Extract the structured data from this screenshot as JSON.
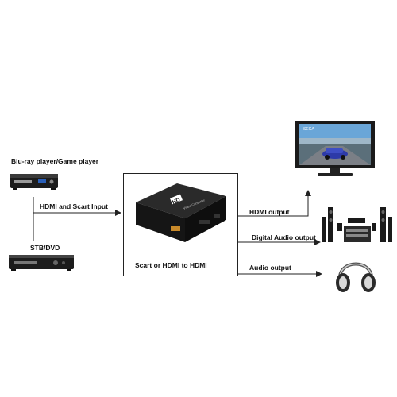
{
  "labels": {
    "bluray": "Blu-ray player/Game player",
    "stb": "STB/DVD",
    "input": "HDMI and Scart Input",
    "converter": "Scart or HDMI to HDMI",
    "hdmi_out": "HDMI output",
    "digital_audio_out": "Digital Audio output",
    "audio_out": "Audio output"
  },
  "converter_face": {
    "logo": "HD",
    "subtitle": "Video Converter"
  },
  "tv_screen": {
    "badge": "SEGA"
  },
  "colors": {
    "line": "#222222",
    "device_dark": "#1c1c1c",
    "accent_blue": "#2a5fb8"
  }
}
